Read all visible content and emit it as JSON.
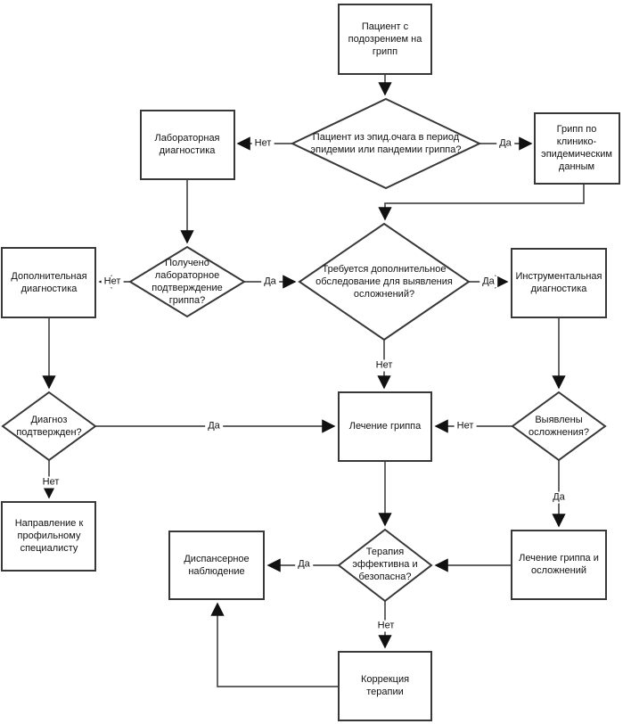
{
  "diagram": {
    "title": "Flu diagnosis and treatment flowchart",
    "colors": {
      "background": "#ffffff",
      "shape_fill": "#ffffff",
      "shape_stroke": "#383838",
      "connector": "#4d4d4d",
      "arrowhead": "#111111",
      "text": "#111111"
    },
    "nodes": {
      "patient": {
        "type": "process",
        "label": "Пациент с подозрением на грипп"
      },
      "epidemic_question": {
        "type": "decision",
        "label": "Пациент из эпид.очага в период эпидемии или пандемии гриппа?"
      },
      "lab_diagnostics": {
        "type": "process",
        "label": "Лабораторная диагностика"
      },
      "flu_clinical": {
        "type": "process",
        "label": "Грипп по клинико-эпидемическим данным"
      },
      "lab_confirm_question": {
        "type": "decision",
        "label": "Получено лабораторное подтверждение гриппа?"
      },
      "exam_question": {
        "type": "decision",
        "label": "Требуется дополнительное обследование для выявления осложнений?"
      },
      "additional_diagnostics": {
        "type": "process",
        "label": "Дополнительная диагностика"
      },
      "instrumental_diagnostics": {
        "type": "process",
        "label": "Инструментальная диагностика"
      },
      "diagnosis_confirmed_question": {
        "type": "decision",
        "label": "Диагноз подтвержден?"
      },
      "flu_treatment": {
        "type": "process",
        "label": "Лечение гриппа"
      },
      "complications_question": {
        "type": "decision",
        "label": "Выявлены осложнения?"
      },
      "referral": {
        "type": "process",
        "label": "Направление к профильному специалисту"
      },
      "flu_complications_treatment": {
        "type": "process",
        "label": "Лечение гриппа и осложнений"
      },
      "therapy_question": {
        "type": "decision",
        "label": "Терапия эффективна и безопасна?"
      },
      "dispensary": {
        "type": "process",
        "label": "Диспансерное наблюдение"
      },
      "correction": {
        "type": "process",
        "label": "Коррекция терапии"
      }
    },
    "edge_labels": {
      "yes": "Да",
      "no": "Нет"
    }
  }
}
